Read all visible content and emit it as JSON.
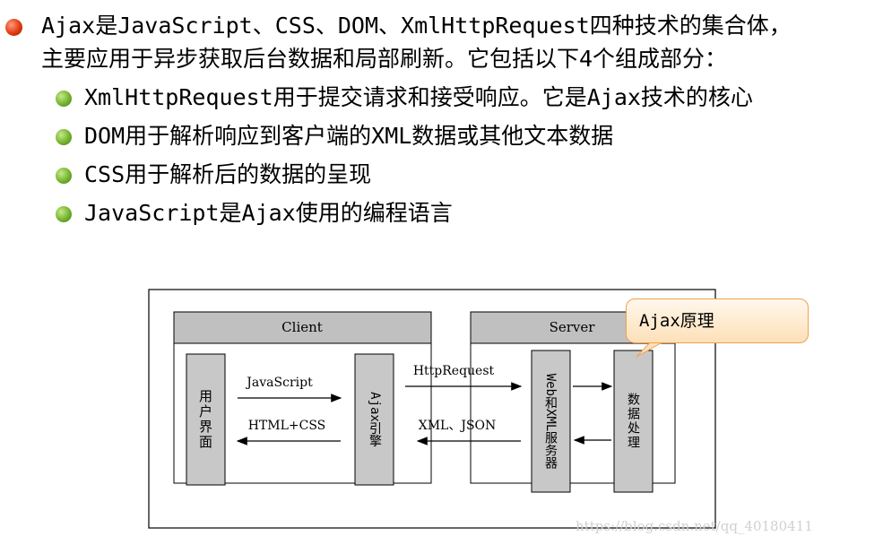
{
  "intro": {
    "line1": "Ajax是JavaScript、CSS、DOM、XmlHttpRequest四种技术的集合体，",
    "line2": "主要应用于异步获取后台数据和局部刷新。它包括以下4个组成部分："
  },
  "points": [
    "XmlHttpRequest用于提交请求和接受响应。它是Ajax技术的核心",
    "DOM用于解析响应到客户端的XML数据或其他文本数据",
    "CSS用于解析后的数据的呈现",
    "JavaScript是Ajax使用的编程语言"
  ],
  "diagram": {
    "client_title": "Client",
    "server_title": "Server",
    "user_interface": "用户界面",
    "ajax_engine": "Ajax引擎",
    "web_xml_server": "Web和XML服务器",
    "data_processing": "数据处理",
    "arrow_javascript": "JavaScript",
    "arrow_html_css": "HTML+CSS",
    "arrow_httprequest": "HttpRequest",
    "arrow_xml_json": "XML、JSON",
    "callout": "Ajax原理"
  },
  "watermark": "https://blog.csdn.net/qq_40180411",
  "colors": {
    "header_fill": "#c0c0c0",
    "box_fill": "#c8c8c8",
    "bullet_main": "#e03a10",
    "bullet_sub": "#74b32e",
    "callout_border": "#f0a050"
  }
}
